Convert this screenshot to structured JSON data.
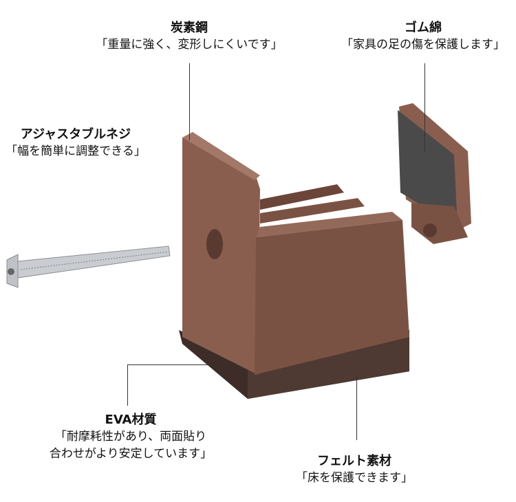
{
  "labels": {
    "carbon_steel": {
      "title": "炭素鋼",
      "desc": "「重量に強く、変形しにくいです」"
    },
    "rubber_foam": {
      "title": "ゴム綿",
      "desc": "「家具の足の傷を保護します」"
    },
    "adjustable_screw": {
      "title": "アジャスタブルネジ",
      "desc": "「幅を簡単に調整できる」"
    },
    "eva": {
      "title": "EVA材質",
      "desc_line1": "「耐摩耗性があり、両面貼り",
      "desc_line2": "合わせがより安定しています」"
    },
    "felt": {
      "title": "フェルト素材",
      "desc": "「床を保護できます」"
    }
  },
  "colors": {
    "product": "#7a5244",
    "product_light": "#93695a",
    "pad": "#4a4a4a",
    "felt": "#4e3a33"
  }
}
